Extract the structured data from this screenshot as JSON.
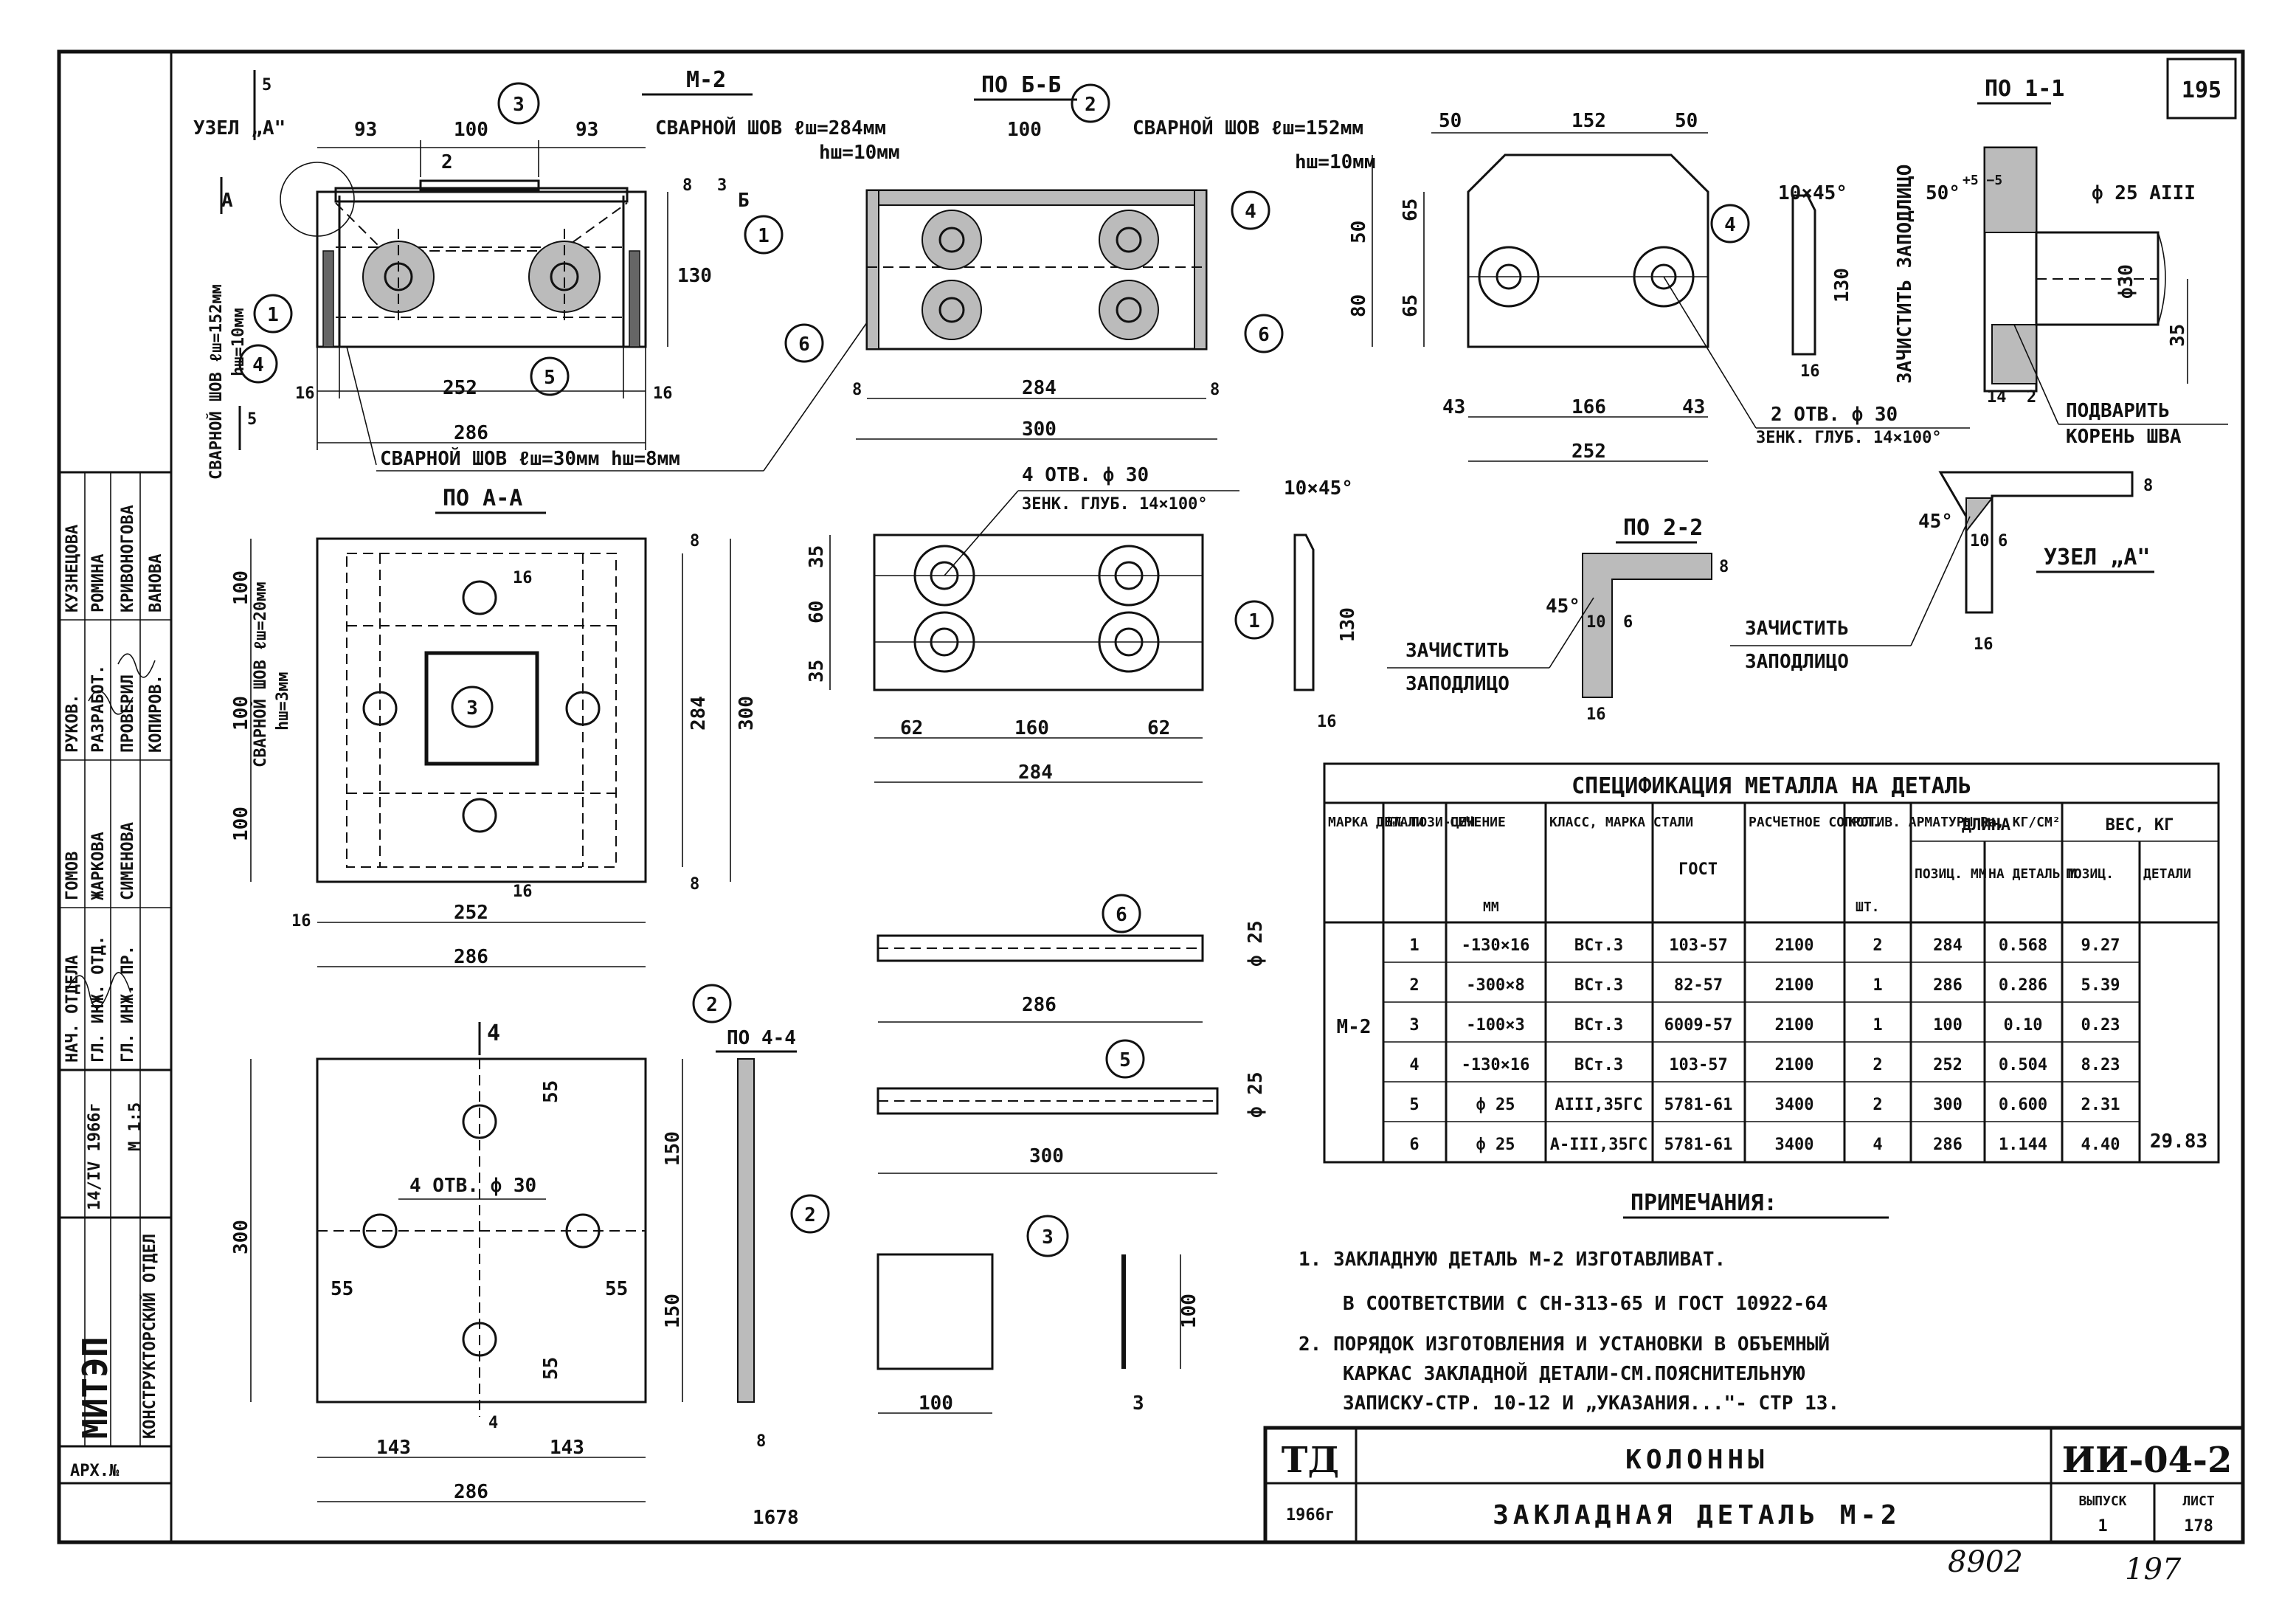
{
  "sheet": {
    "number_top": "195",
    "code": "ИИ-04-2",
    "td": "ТД",
    "year": "1966г",
    "category": "КОЛОННЫ",
    "title": "ЗАКЛАДНАЯ ДЕТАЛЬ М-2",
    "release_label": "ВЫПУСК",
    "release_value": "1",
    "sheet_label": "ЛИСТ",
    "sheet_value": "178",
    "stamp_bottom": "1678",
    "handwritten_a": "8902",
    "handwritten_b": "197"
  },
  "side_stamp": {
    "org": "МИТЭП",
    "dept": "КОНСТРУКТОРСКИЙ ОТДЕЛ",
    "date": "14/IV 1966г",
    "scale": "М 1:5",
    "arch": "АРХ.№",
    "roles": [
      "НАЧ. ОТДЕЛА",
      "ГЛ. ИНЖ. ОТД.",
      "ГЛ. ИНЖ. ПР.",
      "РУКОВ.",
      "РАЗРАБОТ.",
      "ПРОВЕРИЛ",
      "КОПИРОВ."
    ],
    "names": [
      "ГОМОВ",
      "ЖАРКОВА",
      "СИМЕНОВА",
      "КУЗНЕЦОВА",
      "РОМИНА",
      "КРИВОНОГОВА",
      "ВАНОВА"
    ]
  },
  "views": {
    "m2": {
      "title": "М-2",
      "node": "УЗЕЛ „А\"",
      "section_mark": "5",
      "dims_top": [
        "93",
        "100",
        "93"
      ],
      "weld_top": "СВАРНОЙ ШОВ ℓш=284мм",
      "weld_top_h": "hш=10мм",
      "weld_left": "СВАРНОЙ ШОВ ℓш=152мм",
      "weld_left_h": "hш=10мм",
      "weld_bottom": "СВАРНОЙ ШОВ ℓш=30мм hш=8мм",
      "dim_130": "130",
      "dim_252": "252",
      "dim_286": "286",
      "dim_16a": "16",
      "dim_16b": "16",
      "dim_2": "2",
      "dim_8": "8",
      "dim_3": "3"
    },
    "b6": {
      "title": "ПО Б-Б",
      "dim_top": "100",
      "dim_284": "284",
      "dim_300": "300",
      "dim_8a": "8",
      "dim_8b": "8",
      "weld": "СВАРНОЙ ШОВ ℓш=152мм",
      "weld_h": "hш=10мм"
    },
    "p4": {
      "dims_top": [
        "50",
        "152",
        "50"
      ],
      "dims_left": [
        "65",
        "65"
      ],
      "dims_far": [
        "50",
        "80"
      ],
      "dims_bottom": [
        "43",
        "166",
        "43"
      ],
      "dim_252": "252",
      "holes": "2 ОТВ. ф 30",
      "countersink": "ЗЕНК. ГЛУБ. 14×100°",
      "chamfer": "10×45°",
      "dim_130": "130",
      "dim_16": "16"
    },
    "s11": {
      "title": "ПО 1-1",
      "angle": "50°",
      "angle_tol": "+5 −5",
      "rebar": "ф 25 АIII",
      "hole": "ф30",
      "dim_35": "35",
      "dim_14": "14",
      "dim_2": "2",
      "note_side": "ЗАЧИСТИТЬ ЗАПОДЛИЦО",
      "weld_note_1": "ПОДВАРИТЬ",
      "weld_note_2": "КОРЕНЬ ШВА"
    },
    "aa": {
      "title": "ПО А-А",
      "weld": "СВАРНОЙ ШОВ ℓш=20мм",
      "weld_h": "hш=3мм",
      "dims_left": [
        "100",
        "100",
        "100"
      ],
      "dim_284": "284",
      "dim_300": "300",
      "dim_252": "252",
      "dim_286": "286",
      "dim_16": "16",
      "dim_16b": "16",
      "dim_16c": "16",
      "dim_8": "8",
      "dim_8b": "8"
    },
    "p1": {
      "holes": "4 ОТВ. ф 30",
      "countersink": "ЗЕНК. ГЛУБ. 14×100°",
      "dims_left": [
        "35",
        "60",
        "35"
      ],
      "dims_bottom": [
        "62",
        "160",
        "62"
      ],
      "dim_284": "284",
      "chamfer": "10×45°",
      "dim_130": "130",
      "dim_16": "16"
    },
    "s22": {
      "title": "ПО 2-2",
      "angle": "45°",
      "dim_10": "10",
      "dim_6": "6",
      "dim_8": "8",
      "dim_16": "16",
      "note_1": "ЗАЧИСТИТЬ",
      "note_2": "ЗАПОДЛИЦО"
    },
    "nodeA": {
      "title": "УЗЕЛ „А\"",
      "angle": "45°",
      "dim_10": "10",
      "dim_6": "6",
      "dim_8": "8",
      "dim_16": "16",
      "note_1": "ЗАЧИСТИТЬ",
      "note_2": "ЗАПОДЛИЦО"
    },
    "p2": {
      "title": "4",
      "holes": "4 ОТВ. ф 30",
      "dims_right": [
        "150",
        "150"
      ],
      "dim_300": "300",
      "dim_55_top": "55",
      "dim_55_bot": "55",
      "dim_55_left": "55",
      "dim_55_right": "55",
      "dims_bottom": [
        "143",
        "143"
      ],
      "dim_286": "286",
      "dim_4": "4"
    },
    "s44": {
      "title": "ПО 4-4",
      "dim_8": "8"
    },
    "rebars": {
      "r6_dim": "286",
      "r6_dia": "ф 25",
      "r5_dim": "300",
      "r5_dia": "ф 25"
    },
    "p3": {
      "dim_100a": "100",
      "dim_100b": "100",
      "dim_3": "3"
    }
  },
  "callouts": {
    "c1": "1",
    "c2": "2",
    "c3": "3",
    "c4": "4",
    "c5": "5",
    "c6": "6"
  },
  "spec": {
    "title": "СПЕЦИФИКАЦИЯ МЕТАЛЛА НА ДЕТАЛЬ",
    "headers": {
      "mark": "МАРКА ДЕТАЛИ",
      "pos": "№№ ПОЗИ-ЦИИ",
      "section": "СЕЧЕНИЕ",
      "section_unit": "ММ",
      "steel": "КЛАСС, МАРКА СТАЛИ",
      "gost": "ГОСТ",
      "resist": "РАСЧЕТНОЕ СОПРОТИВ. АРМАТУРЫ Rа, КГ/СМ²",
      "qty": "КОЛ.",
      "qty_unit": "ШТ.",
      "length": "ДЛИНА",
      "len_pos": "ПОЗИЦ. ММ",
      "len_det": "НА ДЕТАЛЬ М",
      "weight": "ВЕС, КГ",
      "w_pos": "ПОЗИЦ.",
      "w_det": "ДЕТАЛИ"
    },
    "mark": "М-2",
    "total": "29.83",
    "rows": [
      {
        "pos": "1",
        "section": "-130×16",
        "steel": "ВСт.3",
        "gost": "103-57",
        "resist": "2100",
        "qty": "2",
        "len": "284",
        "len_det": "0.568",
        "w": "9.27"
      },
      {
        "pos": "2",
        "section": "-300×8",
        "steel": "ВСт.3",
        "gost": "82-57",
        "resist": "2100",
        "qty": "1",
        "len": "286",
        "len_det": "0.286",
        "w": "5.39"
      },
      {
        "pos": "3",
        "section": "-100×3",
        "steel": "ВСт.3",
        "gost": "6009-57",
        "resist": "2100",
        "qty": "1",
        "len": "100",
        "len_det": "0.10",
        "w": "0.23"
      },
      {
        "pos": "4",
        "section": "-130×16",
        "steel": "ВСт.3",
        "gost": "103-57",
        "resist": "2100",
        "qty": "2",
        "len": "252",
        "len_det": "0.504",
        "w": "8.23"
      },
      {
        "pos": "5",
        "section": "ф 25",
        "steel": "АIII,35ГС",
        "gost": "5781-61",
        "resist": "3400",
        "qty": "2",
        "len": "300",
        "len_det": "0.600",
        "w": "2.31"
      },
      {
        "pos": "6",
        "section": "ф 25",
        "steel": "А-III,35ГС",
        "gost": "5781-61",
        "resist": "3400",
        "qty": "4",
        "len": "286",
        "len_det": "1.144",
        "w": "4.40"
      }
    ]
  },
  "notes": {
    "title": "ПРИМЕЧАНИЯ:",
    "n1a": "1. ЗАКЛАДНУЮ ДЕТАЛЬ М-2 ИЗГОТАВЛИВАТ.",
    "n1b": "В СООТВЕТСТВИИ С СН-313-65 И ГОСТ 10922-64",
    "n2a": "2. ПОРЯДОК ИЗГОТОВЛЕНИЯ И УСТАНОВКИ В ОБЪЕМНЫЙ",
    "n2b": "КАРКАС ЗАКЛАДНОЙ ДЕТАЛИ-СМ.ПОЯСНИТЕЛЬНУЮ",
    "n2c": "ЗАПИСКУ-СТР. 10-12 И „УКАЗАНИЯ...\"- СТР 13."
  }
}
